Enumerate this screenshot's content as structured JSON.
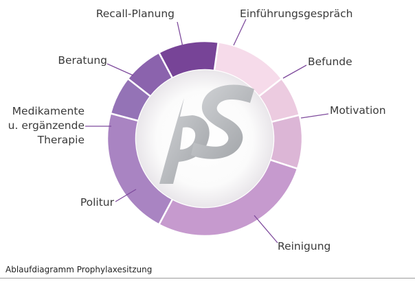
{
  "diagram": {
    "stages": [
      {
        "key": "einfuehrung",
        "lines": [
          "Einführungsgespräch"
        ],
        "color": "#f6dbea"
      },
      {
        "key": "befunde",
        "lines": [
          "Befunde"
        ],
        "color": "#eccbe0"
      },
      {
        "key": "motivation",
        "lines": [
          "Motivation"
        ],
        "color": "#dcb6d6"
      },
      {
        "key": "reinigung",
        "lines": [
          "Reinigung"
        ],
        "color": "#c69ace"
      },
      {
        "key": "politur",
        "lines": [
          "Politur"
        ],
        "color": "#a984c2"
      },
      {
        "key": "medikamente",
        "lines": [
          "Medikamente",
          "u. ergänzende",
          "Therapie"
        ],
        "color": "#9473b6"
      },
      {
        "key": "beratung",
        "lines": [
          "Beratung"
        ],
        "color": "#8b63ad"
      },
      {
        "key": "recall",
        "lines": [
          "Recall-Planung"
        ],
        "color": "#774497"
      }
    ],
    "logo_text": "ps",
    "colors": {
      "leader_line": "#7e4a9c",
      "logo_grey": "#b7b9bc"
    }
  },
  "caption": "Ablaufdiagramm Prophylaxesitzung"
}
